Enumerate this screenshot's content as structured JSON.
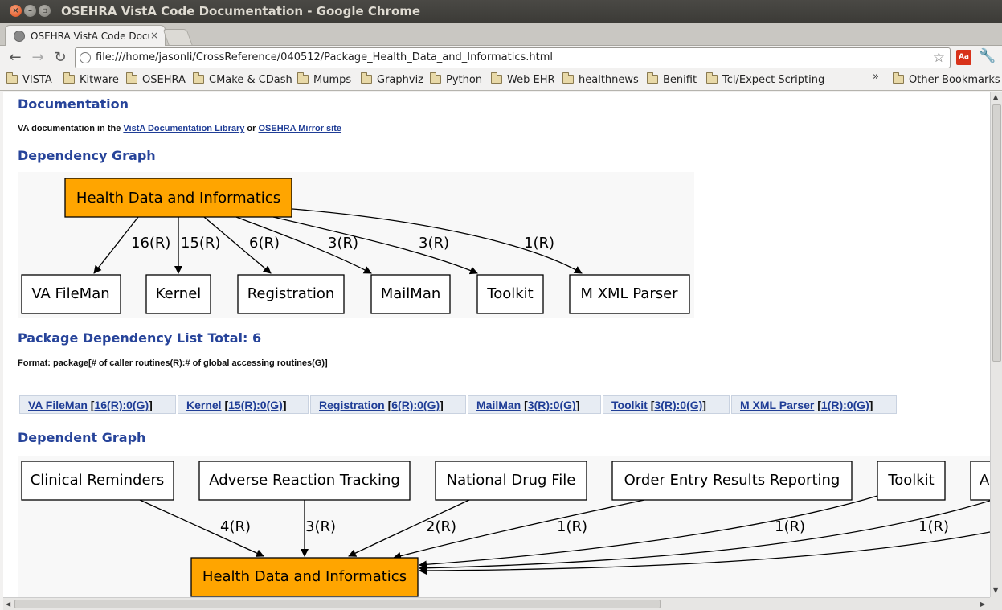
{
  "window": {
    "title": "OSEHRA VistA Code Documentation - Google Chrome"
  },
  "tab": {
    "label": "OSEHRA VistA Code Docu",
    "close": "×"
  },
  "toolbar": {
    "url": "file:///home/jasonli/CrossReference/040512/Package_Health_Data_and_Informatics.html"
  },
  "bookmarks": {
    "items": [
      "VISTA",
      "Kitware",
      "OSEHRA",
      "CMake & CDash",
      "Mumps",
      "Graphviz",
      "Python",
      "Web EHR",
      "healthnews",
      "Benifit",
      "Tcl/Expect Scripting"
    ],
    "overflow": "»",
    "other": "Other Bookmarks"
  },
  "page": {
    "documentation_heading": "Documentation",
    "doc_text_prefix": "VA documentation in the ",
    "doc_link1": "VistA Documentation Library",
    "doc_text_mid": " or ",
    "doc_link2": "OSEHRA Mirror site",
    "dependency_heading": "Dependency Graph",
    "dependency_graph": {
      "center": "Health Data and Informatics",
      "nodes": [
        "VA FileMan",
        "Kernel",
        "Registration",
        "MailMan",
        "Toolkit",
        "M XML Parser"
      ],
      "edges": [
        "16(R)",
        "15(R)",
        "6(R)",
        "3(R)",
        "3(R)",
        "1(R)"
      ]
    },
    "list_heading": "Package Dependency List Total: 6",
    "format_text": "Format:  package[# of caller routines(R):# of global accessing routines(G)]",
    "dep_list": [
      {
        "name": "VA FileMan",
        "counts": "16(R):0(G)"
      },
      {
        "name": "Kernel",
        "counts": "15(R):0(G)"
      },
      {
        "name": "Registration",
        "counts": "6(R):0(G)"
      },
      {
        "name": "MailMan",
        "counts": "3(R):0(G)"
      },
      {
        "name": "Toolkit",
        "counts": "3(R):0(G)"
      },
      {
        "name": "M XML Parser",
        "counts": "1(R):0(G)"
      }
    ],
    "dependent_heading": "Dependent Graph",
    "dependent_graph": {
      "center": "Health Data and Informatics",
      "nodes": [
        "Clinical Reminders",
        "Adverse Reaction Tracking",
        "National Drug File",
        "Order Entry Results Reporting",
        "Toolkit",
        "A"
      ],
      "edges": [
        "4(R)",
        "3(R)",
        "2(R)",
        "1(R)",
        "1(R)",
        "1(R)"
      ]
    }
  },
  "colors": {
    "heading": "#27449a",
    "node_highlight": "#ffa500",
    "graph_bg": "#f8f8f8"
  }
}
